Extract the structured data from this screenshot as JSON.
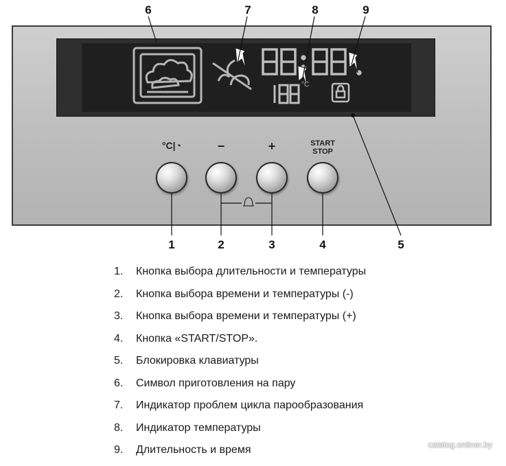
{
  "callouts": {
    "top": [
      "6",
      "7",
      "8",
      "9"
    ],
    "bottom": [
      "1",
      "2",
      "3",
      "4",
      "5"
    ]
  },
  "display": {
    "temp_unit": "°C"
  },
  "buttons": [
    {
      "id": "1",
      "label": "°C|◔",
      "icon": "clock-temperature-icon"
    },
    {
      "id": "2",
      "label": "−",
      "icon": "minus-icon"
    },
    {
      "id": "3",
      "label": "+",
      "icon": "plus-icon"
    },
    {
      "id": "4",
      "label_line1": "START",
      "label_line2": "STOP"
    }
  ],
  "bell_icon": "bell-icon",
  "legend": [
    {
      "num": "1.",
      "text": "Кнопка выбора длительности и температуры"
    },
    {
      "num": "2.",
      "text": "Кнопка выбора времени и температуры (-)"
    },
    {
      "num": "3.",
      "text": "Кнопка выбора времени и температуры (+)"
    },
    {
      "num": "4.",
      "text": "Кнопка «START/STOP»."
    },
    {
      "num": "5.",
      "text": "Блокировка клавиатуры"
    },
    {
      "num": "6.",
      "text": "Символ приготовления на пару"
    },
    {
      "num": "7.",
      "text": "Индикатор проблем цикла парообразования"
    },
    {
      "num": "8.",
      "text": "Индикатор температуры"
    },
    {
      "num": "9.",
      "text": "Длительность и время"
    }
  ],
  "watermark": "catalog.onliner.by",
  "colors": {
    "panel": "#c4c4c4",
    "display": "#2f2f2f",
    "segment": "#bfbfbf"
  }
}
